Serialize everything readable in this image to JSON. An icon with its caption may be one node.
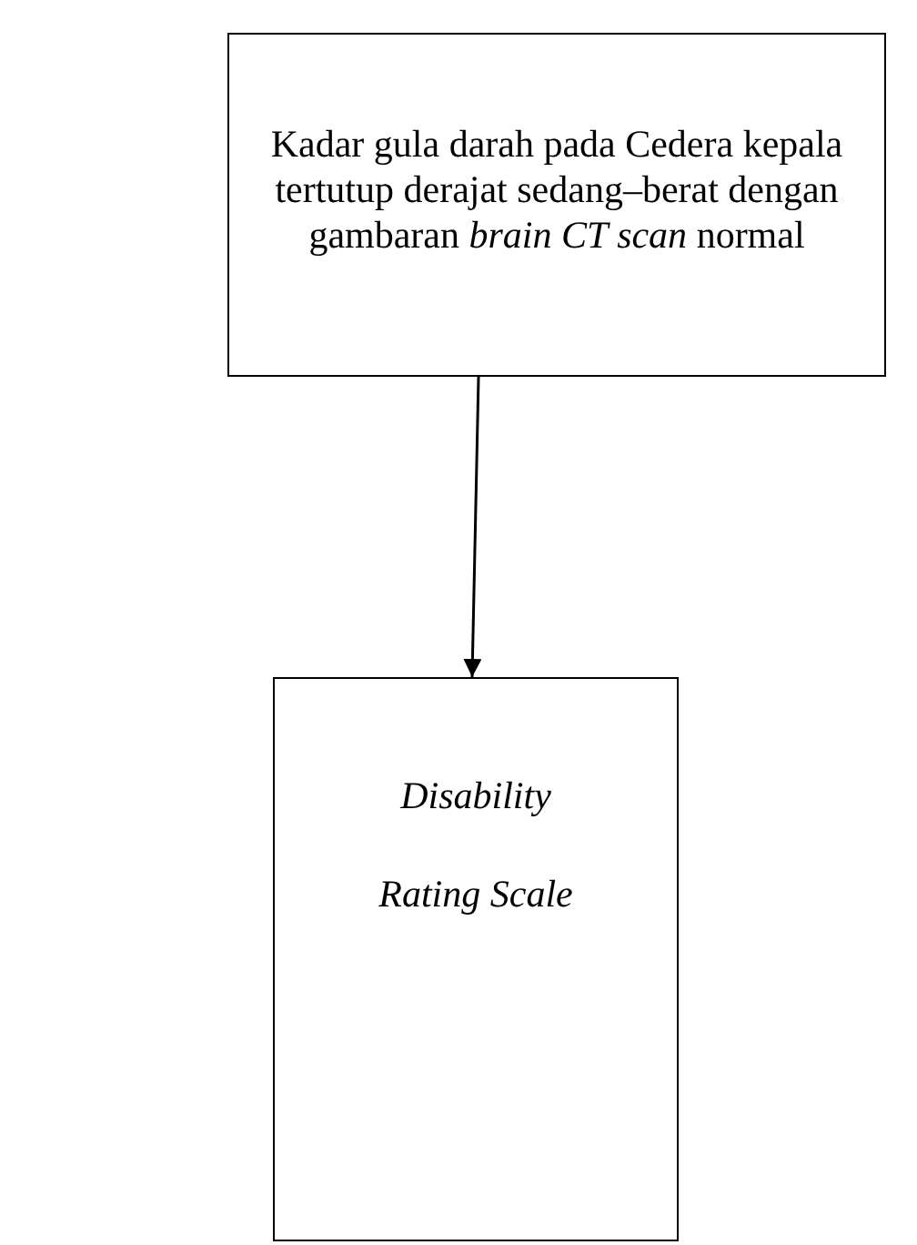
{
  "diagram": {
    "nodes": [
      {
        "text": [
          "Kadar gula darah pada Cedera kepala tertutup derajat sedang–berat dengan gambaran *brain CT scan* normal"
        ]
      },
      {
        "text": [
          "Disability Rating Scale"
        ]
      }
    ],
    "edges": [
      {
        "from": 0,
        "to": 1,
        "arrow": "to"
      }
    ]
  }
}
